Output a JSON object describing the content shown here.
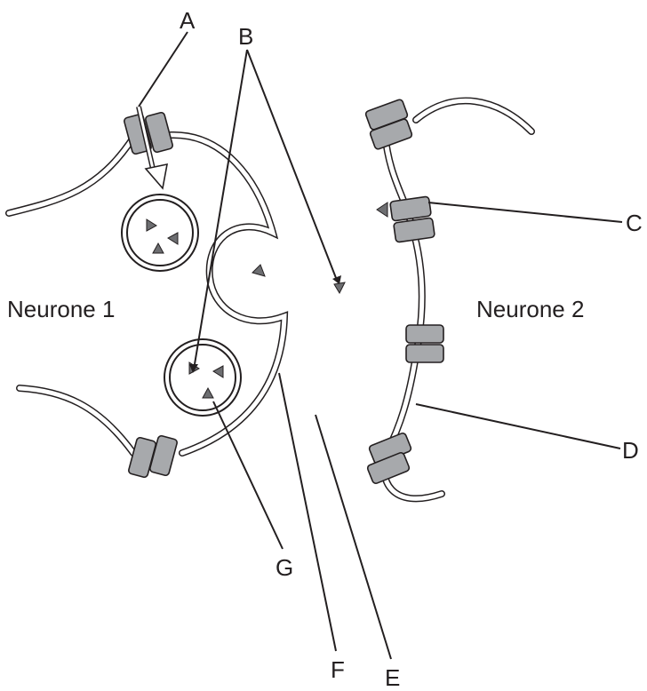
{
  "labels": {
    "a": "A",
    "b": "B",
    "c": "C",
    "d": "D",
    "e": "E",
    "f": "F",
    "g": "G",
    "neurone1": "Neurone 1",
    "neurone2": "Neurone 2"
  },
  "colors": {
    "line": "#231f20",
    "channel_fill": "#a7a9ac",
    "neurotransmitter_fill": "#6d6e71",
    "background": "#ffffff"
  }
}
